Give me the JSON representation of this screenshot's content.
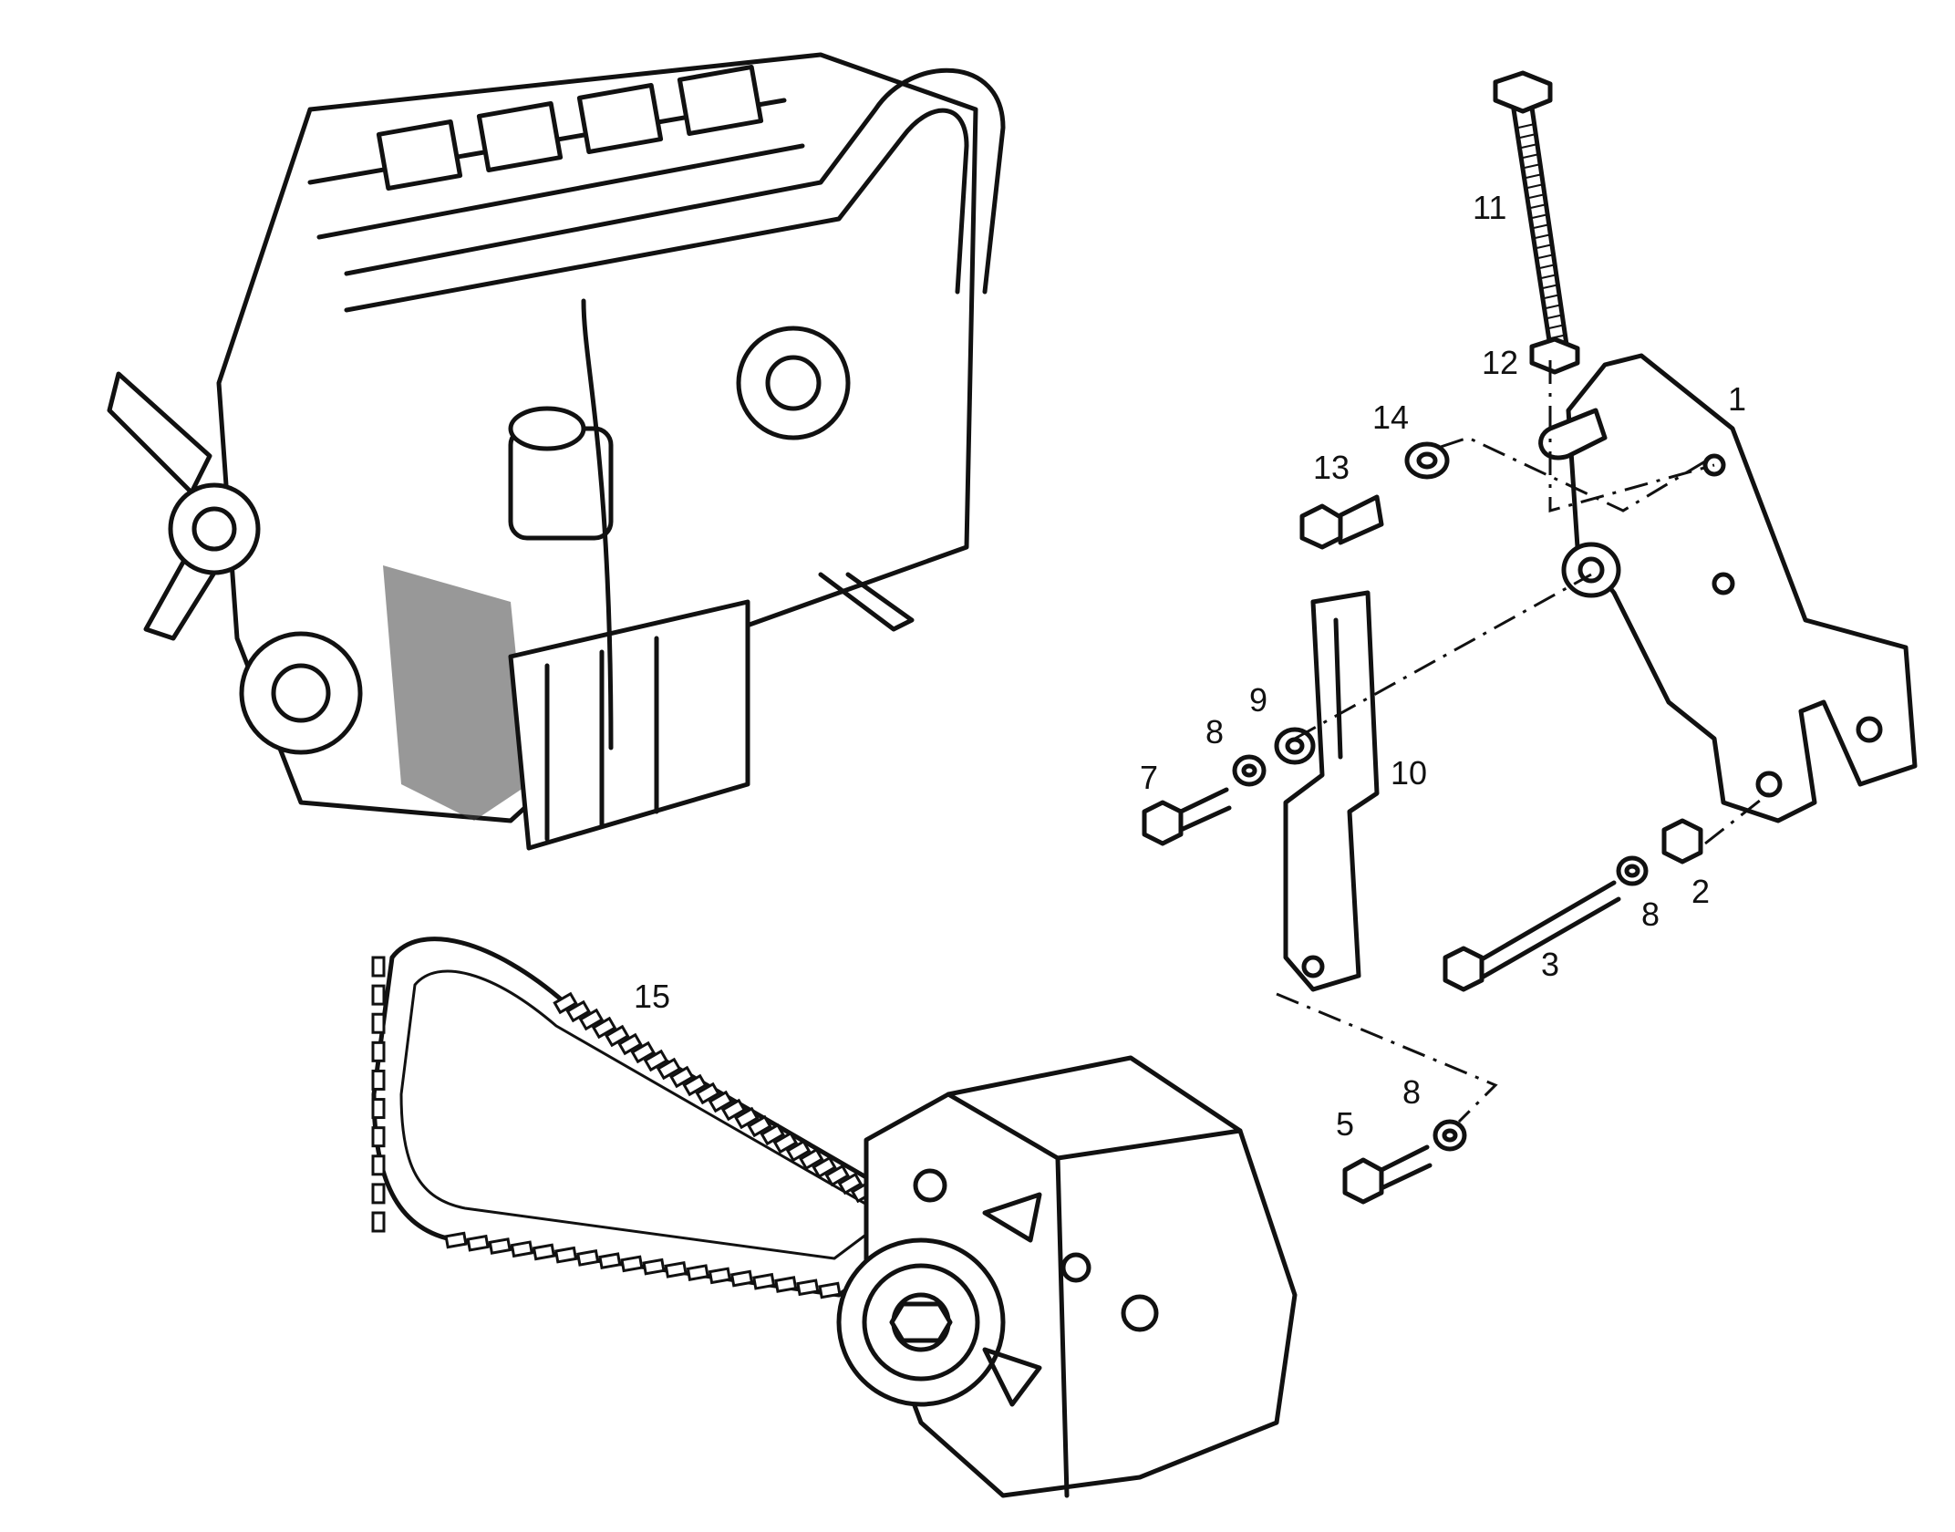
{
  "callouts": {
    "c1": "1",
    "c2": "2",
    "c3": "3",
    "c5": "5",
    "c7": "7",
    "c8a": "8",
    "c8b": "8",
    "c8c": "8",
    "c9": "9",
    "c10": "10",
    "c11": "11",
    "c12": "12",
    "c13": "13",
    "c14": "14",
    "c15": "15"
  }
}
